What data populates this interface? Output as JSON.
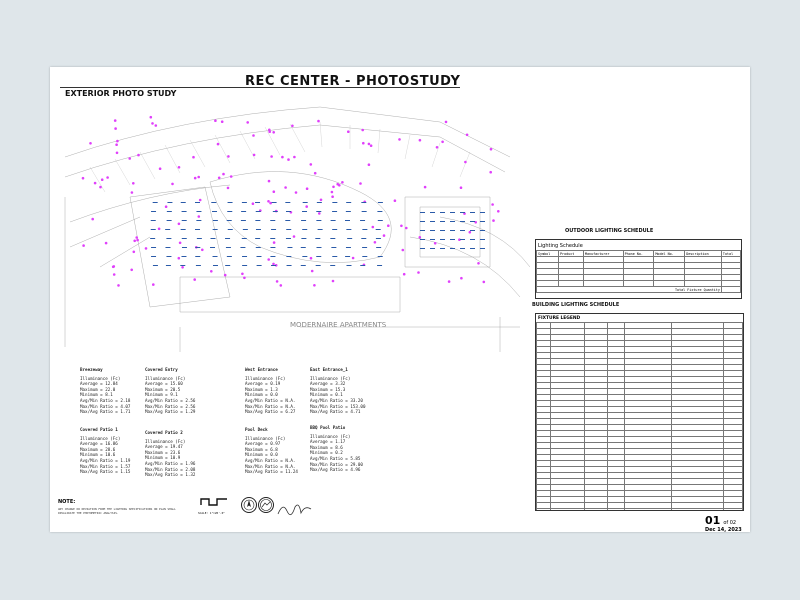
{
  "sheet": {
    "title": "REC CENTER - PHOTOSTUDY",
    "subtitle": "EXTERIOR PHOTO STUDY",
    "building_label": "MODERNAIRE APARTMENTS",
    "sheet_number": "01",
    "sheet_of": "of 02",
    "date": "Dec 14, 2023",
    "accent_color": "#e040fb"
  },
  "stats": [
    {
      "title": "Breezeway",
      "lines": [
        "Illuminance (Fc)",
        "Average = 12.84",
        "Maximum = 22.0",
        "Minimum = 8.1",
        "Avg/Min Ratio = 2.18",
        "Max/Min Ratio = 4.07",
        "Max/Avg Ratio = 1.71"
      ]
    },
    {
      "title": "Covered Entry",
      "lines": [
        "Illuminance (Fc)",
        "Average = 15.60",
        "Maximum = 20.5",
        "Minimum = 9.1",
        "Avg/Min Ratio = 2.56",
        "Max/Min Ratio = 2.56",
        "Max/Avg Ratio = 1.29"
      ]
    },
    {
      "title": "West Entrance",
      "lines": [
        "Illuminance (Fc)",
        "Average = 0.19",
        "Maximum = 1.3",
        "Minimum = 0.0",
        "Avg/Min Ratio = N.A.",
        "Max/Min Ratio = N.A.",
        "Max/Avg Ratio = 6.27"
      ]
    },
    {
      "title": "East Entrance_1",
      "lines": [
        "Illuminance (Fc)",
        "Average = 3.32",
        "Maximum = 15.3",
        "Minimum = 0.1",
        "Avg/Min Ratio = 33.20",
        "Max/Min Ratio = 153.00",
        "Max/Avg Ratio = 4.71"
      ]
    },
    {
      "title": "Covered Patio 1",
      "lines": [
        "Illuminance (Fc)",
        "Average = 16.86",
        "Maximum = 28.6",
        "Minimum = 10.6",
        "Avg/Min Ratio = 1.19",
        "Max/Min Ratio = 1.57",
        "Max/Avg Ratio = 1.15"
      ]
    },
    {
      "title": "Covered Patio 2",
      "lines": [
        "Illuminance (Fc)",
        "Average = 19.47",
        "Maximum = 23.6",
        "Minimum = 10.9",
        "Avg/Min Ratio = 1.96",
        "Max/Min Ratio = 2.08",
        "Max/Avg Ratio = 1.32"
      ]
    },
    {
      "title": "Pool Deck",
      "lines": [
        "Illuminance (Fc)",
        "Average = 0.97",
        "Maximum = 6.8",
        "Minimum = 0.0",
        "Avg/Min Ratio = N.A.",
        "Max/Min Ratio = N.A.",
        "Max/Avg Ratio = 11.24"
      ]
    },
    {
      "title": "BBQ Pool Patio",
      "lines": [
        "Illuminance (Fc)",
        "Average = 1.17",
        "Maximum = 8.6",
        "Minimum = 0.2",
        "Avg/Min Ratio = 5.85",
        "Max/Min Ratio = 29.00",
        "Max/Avg Ratio = 4.96"
      ]
    }
  ],
  "note": {
    "label": "NOTE:",
    "text": "ANY CHANGE OR DEVIATION FROM THE LIGHTING SPECIFICATIONS ON PLAN SHALL INVALIDATE THE PHOTOMETRIC ANALYSIS.",
    "scale": "SCALE: 1\"=20'-0\""
  },
  "outdoor_schedule": {
    "heading": "OUTDOOR LIGHTING SCHEDULE",
    "table_title": "Lighting Schedule",
    "columns": [
      "Symbol",
      "Product",
      "Manufacturer",
      "Phone No.",
      "Model No.",
      "Description",
      "Total"
    ],
    "rows": [
      [
        "",
        "",
        "",
        "",
        "",
        "",
        ""
      ],
      [
        "",
        "",
        "",
        "",
        "",
        "",
        ""
      ],
      [
        "",
        "",
        "",
        "",
        "",
        "",
        ""
      ],
      [
        "",
        "",
        "",
        "",
        "",
        "",
        ""
      ],
      [
        "",
        "",
        "",
        "",
        "",
        "",
        ""
      ]
    ],
    "footer": "Total Fixture Quantity"
  },
  "building_schedule": {
    "heading": "BUILDING LIGHTING SCHEDULE",
    "legend_title": "FIXTURE LEGEND"
  }
}
